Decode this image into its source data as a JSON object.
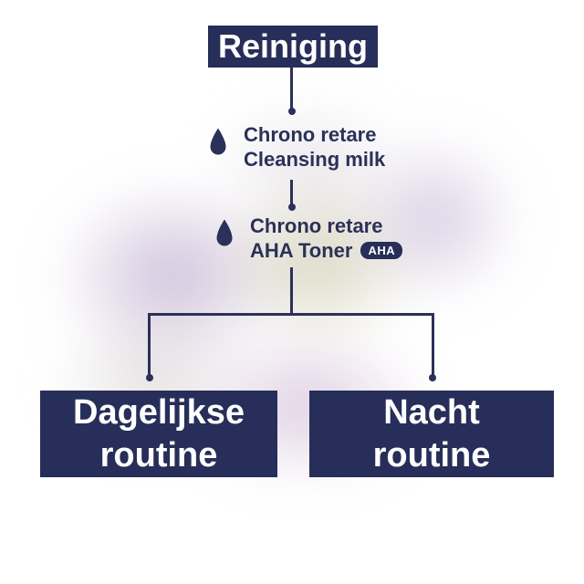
{
  "palette": {
    "navy": "#262e59",
    "ink": "#2b3158",
    "white": "#ffffff",
    "blob_lavender": "#c3b2d2",
    "blob_sage": "#d5d2ba",
    "blob_purple": "#cfc3dd",
    "blob_mauve": "#c9aed0",
    "blob_grey": "#cfc9c9",
    "blob_topmid": "#ddd7df"
  },
  "flowchart": {
    "title": "Reiniging",
    "steps": [
      {
        "icon": "droplet",
        "line1": "Chrono retare",
        "line2": "Cleansing milk"
      },
      {
        "icon": "droplet",
        "line1": "Chrono retare",
        "line2": "AHA Toner",
        "badge": "AHA"
      }
    ],
    "branches": [
      {
        "line1": "Dagelijkse",
        "line2": "routine"
      },
      {
        "line1": "Nacht",
        "line2": "routine"
      }
    ]
  }
}
